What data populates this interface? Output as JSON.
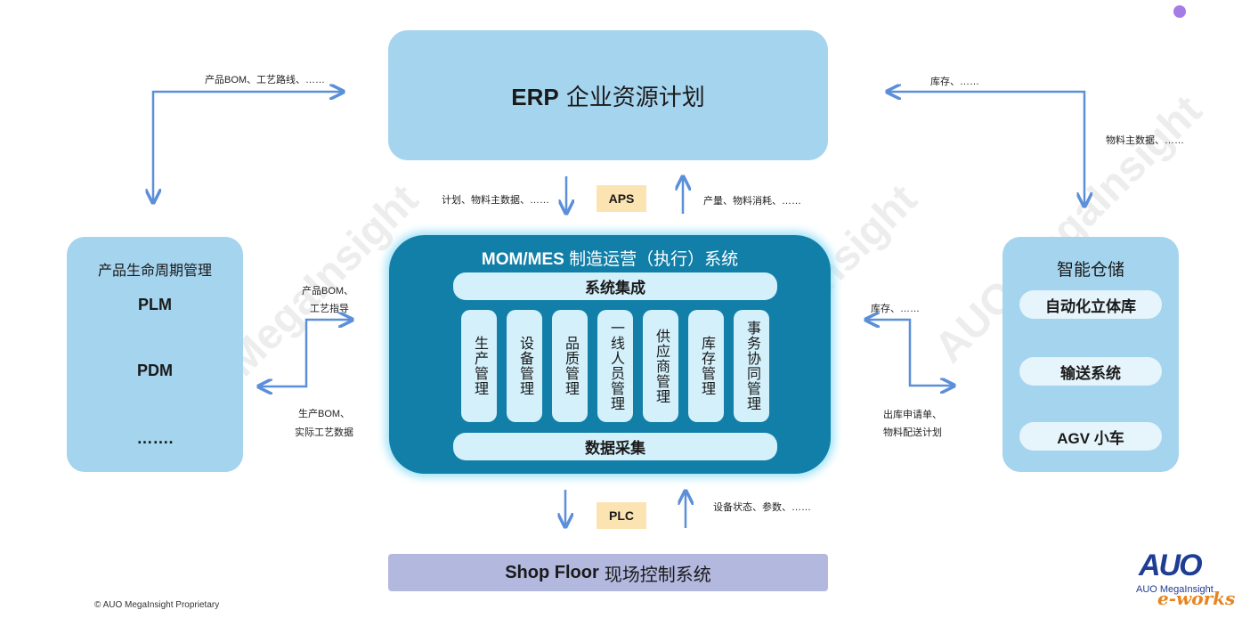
{
  "erp": {
    "abbr": "ERP",
    "name": "企业资源计划"
  },
  "plm_box": {
    "title": "产品生命周期管理",
    "items": [
      "PLM",
      "PDM",
      "……."
    ]
  },
  "warehouse": {
    "title": "智能仓储",
    "items": [
      "自动化立体库",
      "输送系统",
      "AGV 小车"
    ]
  },
  "mes": {
    "abbr": "MOM/MES",
    "name": "制造运营（执行）系统",
    "top_bar": "系统集成",
    "bottom_bar": "数据采集",
    "modules": [
      "生产管理",
      "设备管理",
      "品质管理",
      "一线人员管理",
      "供应商管理",
      "库存管理",
      "事务协同管理"
    ]
  },
  "shop_floor": {
    "abbr": "Shop Floor",
    "name": "现场控制系统"
  },
  "tags": {
    "aps": "APS",
    "plc": "PLC"
  },
  "labels": {
    "erp_plm": "产品BOM、工艺路线、……",
    "erp_wh_1": "库存、……",
    "erp_wh_2": "物料主数据、……",
    "erp_mes": "计划、物料主数据、……",
    "mes_erp": "产量、物料消耗、……",
    "plm_mes_1": "产品BOM、",
    "plm_mes_2": "工艺指导",
    "mes_plm_1": "生产BOM、",
    "mes_plm_2": "实际工艺数据",
    "wh_mes": "库存、……",
    "mes_wh_1": "出库申请单、",
    "mes_wh_2": "物料配送计划",
    "shop_mes": "设备状态、参数、……"
  },
  "footer": {
    "copyright": "© AUO MegaInsight Proprietary"
  },
  "logo": {
    "main": "AUO",
    "sub": "AUO MegaInsight",
    "partner": "e-works"
  },
  "watermark": [
    "AUO MegaInsight",
    "AUO MegaInsight",
    "AUO MegaInsight"
  ],
  "colors": {
    "box": "#a5d4ee",
    "mes": "#127fa8",
    "arrow": "#5b8fd9",
    "tag": "#fce3b2",
    "shop": "#b3b8df"
  }
}
